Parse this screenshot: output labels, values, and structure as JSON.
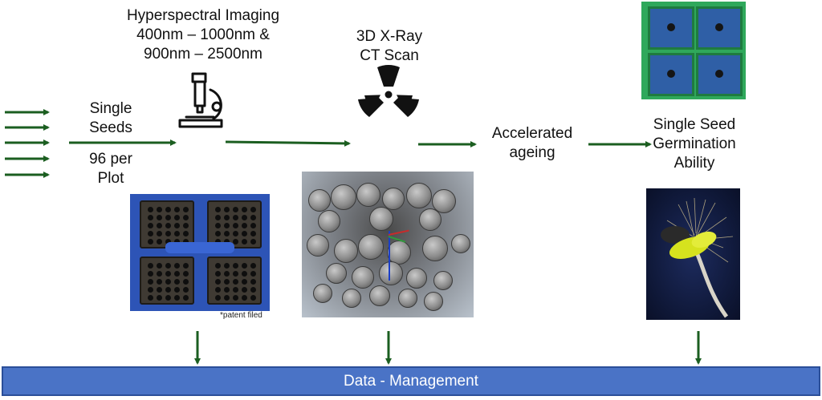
{
  "labels": {
    "hyperspectral": [
      "Hyperspectral Imaging",
      "400nm – 1000nm &",
      "900nm – 2500nm"
    ],
    "ct_scan": [
      "3D X-Ray",
      "CT Scan"
    ],
    "single_seeds": [
      "Single",
      "Seeds"
    ],
    "per_plot": [
      "96 per",
      "Plot"
    ],
    "accelerated": [
      "Accelerated",
      "ageing"
    ],
    "germination": [
      "Single Seed",
      "Germination",
      "Ability"
    ],
    "patent": "*patent filed",
    "data_bar": "Data - Management"
  },
  "icons": {
    "microscope": "microscope-icon",
    "radiation": "radiation-icon"
  },
  "colors": {
    "arrow": "#1b5e20",
    "data_bar": "#4a73c6"
  }
}
